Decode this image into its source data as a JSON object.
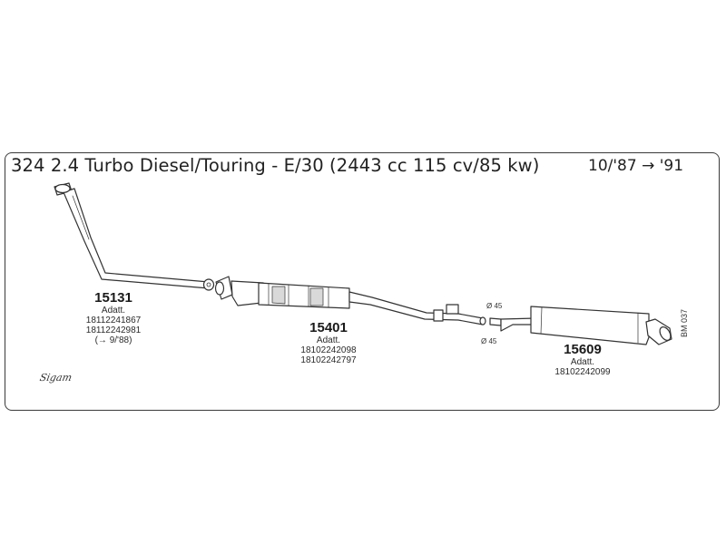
{
  "header": {
    "title": "324 2.4 Turbo Diesel/Touring - E/30 (2443 cc 115 cv/85 kw)",
    "date_range": "10/'87 → '91"
  },
  "parts": [
    {
      "number": "15131",
      "lines": [
        "Adatt.",
        "18112241867",
        "18112242981",
        "(→ 9/'88)"
      ]
    },
    {
      "number": "15401",
      "lines": [
        "Adatt.",
        "18102242098",
        "18102242797"
      ]
    },
    {
      "number": "15609",
      "lines": [
        "Adatt.",
        "18102242099"
      ]
    }
  ],
  "diameters": [
    "Ø 45",
    "Ø 45"
  ],
  "brand": "Sigam",
  "reference": "BM 037"
}
